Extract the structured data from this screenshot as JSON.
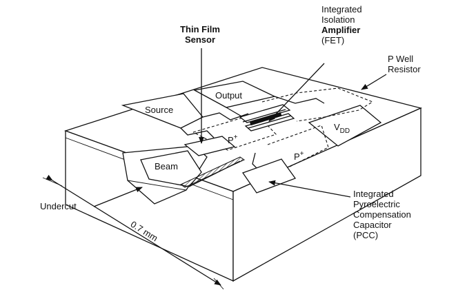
{
  "labels": {
    "thin_film_sensor_line1": "Thin  Film",
    "thin_film_sensor_line2": "Sensor",
    "amp_line1": "Integrated",
    "amp_line2": "Isolation",
    "amp_line3": "Amplifier",
    "amp_line4": "(FET)",
    "pwell_line1": "P Well",
    "pwell_line2": "Resistor",
    "output": "Output",
    "source": "Source",
    "vdd_main": "V",
    "vdd_sub": "DD",
    "p_plus_1": "P",
    "p_plus_2": "P",
    "plus_sup": "+",
    "beam": "Beam",
    "undercut": "Undercut",
    "dimension": "0.7 mm",
    "pcc_line1": "Integrated",
    "pcc_line2": "Pyroelectric",
    "pcc_line3": "Compensation",
    "pcc_line4": "Capacitor",
    "pcc_line5": "(PCC)"
  },
  "colors": {
    "ink": "#111111",
    "background": "#ffffff"
  }
}
